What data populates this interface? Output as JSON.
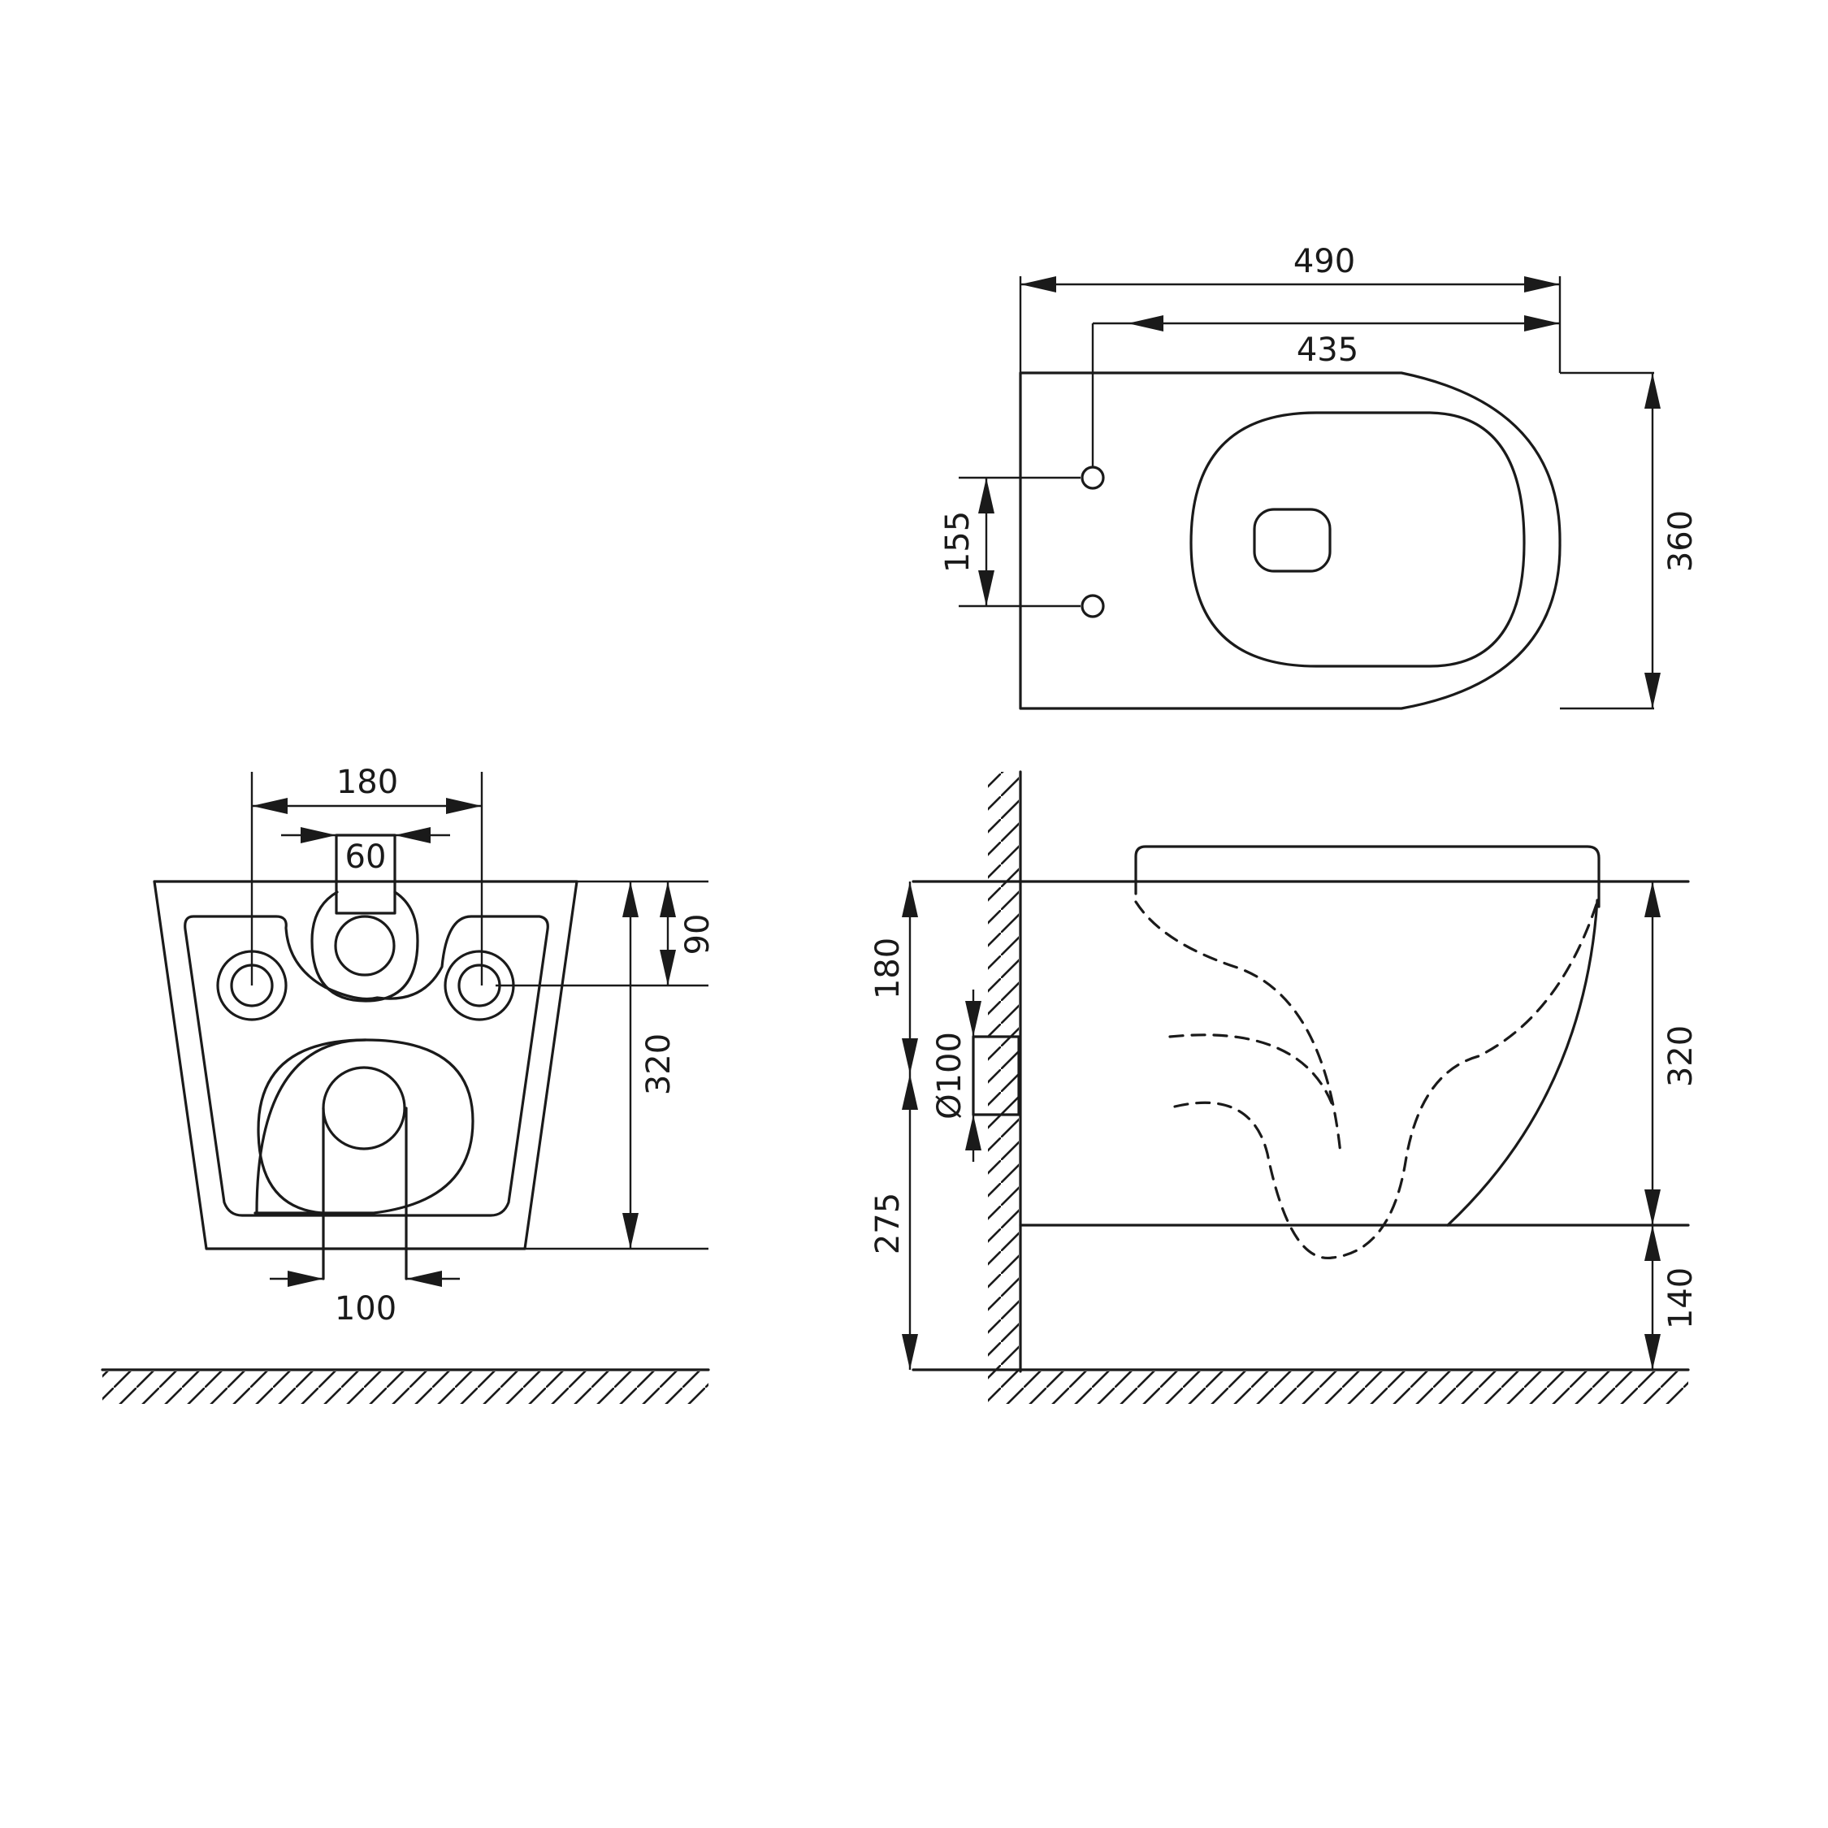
{
  "colors": {
    "line": "#1a1a1a",
    "background": "#ffffff"
  },
  "views": {
    "top": {
      "overall_length": "490",
      "bolt_to_front": "435",
      "width": "360",
      "bolt_spacing": "155"
    },
    "back": {
      "bolt_spacing": "180",
      "inlet_width": "60",
      "inlet_height": "90",
      "height": "320",
      "outlet_width": "100"
    },
    "side": {
      "inlet_height_above_outlet": "180",
      "outlet_diameter": "Ø100",
      "outlet_height": "275",
      "bowl_height": "320",
      "bottom_clearance": "140"
    }
  }
}
